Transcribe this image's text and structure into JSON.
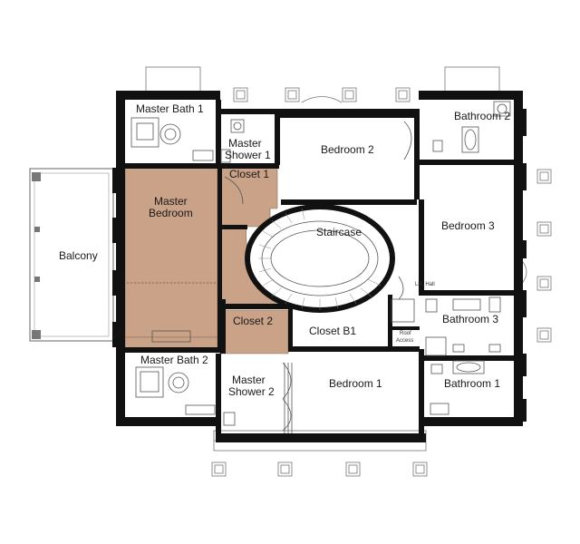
{
  "rooms": {
    "master_bath_1": "Master Bath 1",
    "master_shower_1_line1": "Master",
    "master_shower_1_line2": "Shower 1",
    "bedroom_2": "Bedroom 2",
    "bathroom_2": "Bathroom 2",
    "closet_1": "Closet 1",
    "master_bedroom_line1": "Master",
    "master_bedroom_line2": "Bedroom",
    "staircase": "Staircase",
    "bedroom_3": "Bedroom 3",
    "balcony": "Balcony",
    "closet_2": "Closet 2",
    "closet_b1": "Closet B1",
    "roof_access_line1": "Roof",
    "roof_access_line2": "Access",
    "linen_hall": "Lin. Hall",
    "bathroom_3": "Bathroom 3",
    "master_bath_2": "Master Bath 2",
    "master_shower_2_line1": "Master",
    "master_shower_2_line2": "Shower 2",
    "bedroom_1": "Bedroom 1",
    "bathroom_1": "Bathroom 1"
  },
  "colors": {
    "wall": "#111111",
    "highlight": "#c9a287",
    "highlight_stroke": "#8a6a55",
    "floor": "#ffffff",
    "line": "#555555"
  }
}
